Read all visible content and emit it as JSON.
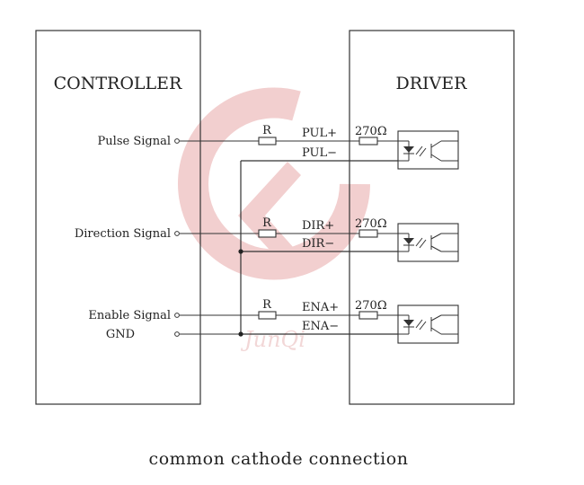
{
  "controller": {
    "title": "CONTROLLER",
    "signals": [
      "Pulse Signal",
      "Direction Signal",
      "Enable Signal",
      "GND"
    ]
  },
  "driver": {
    "title": "DRIVER"
  },
  "channels": [
    {
      "resistor": "R",
      "plus": "PUL+",
      "minus": "PUL−",
      "driver_resistor": "270Ω"
    },
    {
      "resistor": "R",
      "plus": "DIR+",
      "minus": "DIR−",
      "driver_resistor": "270Ω"
    },
    {
      "resistor": "R",
      "plus": "ENA+",
      "minus": "ENA−",
      "driver_resistor": "270Ω"
    }
  ],
  "watermark": {
    "text": "JunQi"
  },
  "caption": "common cathode connection",
  "colors": {
    "line": "#333333",
    "watermark": "#e8b4b4"
  }
}
